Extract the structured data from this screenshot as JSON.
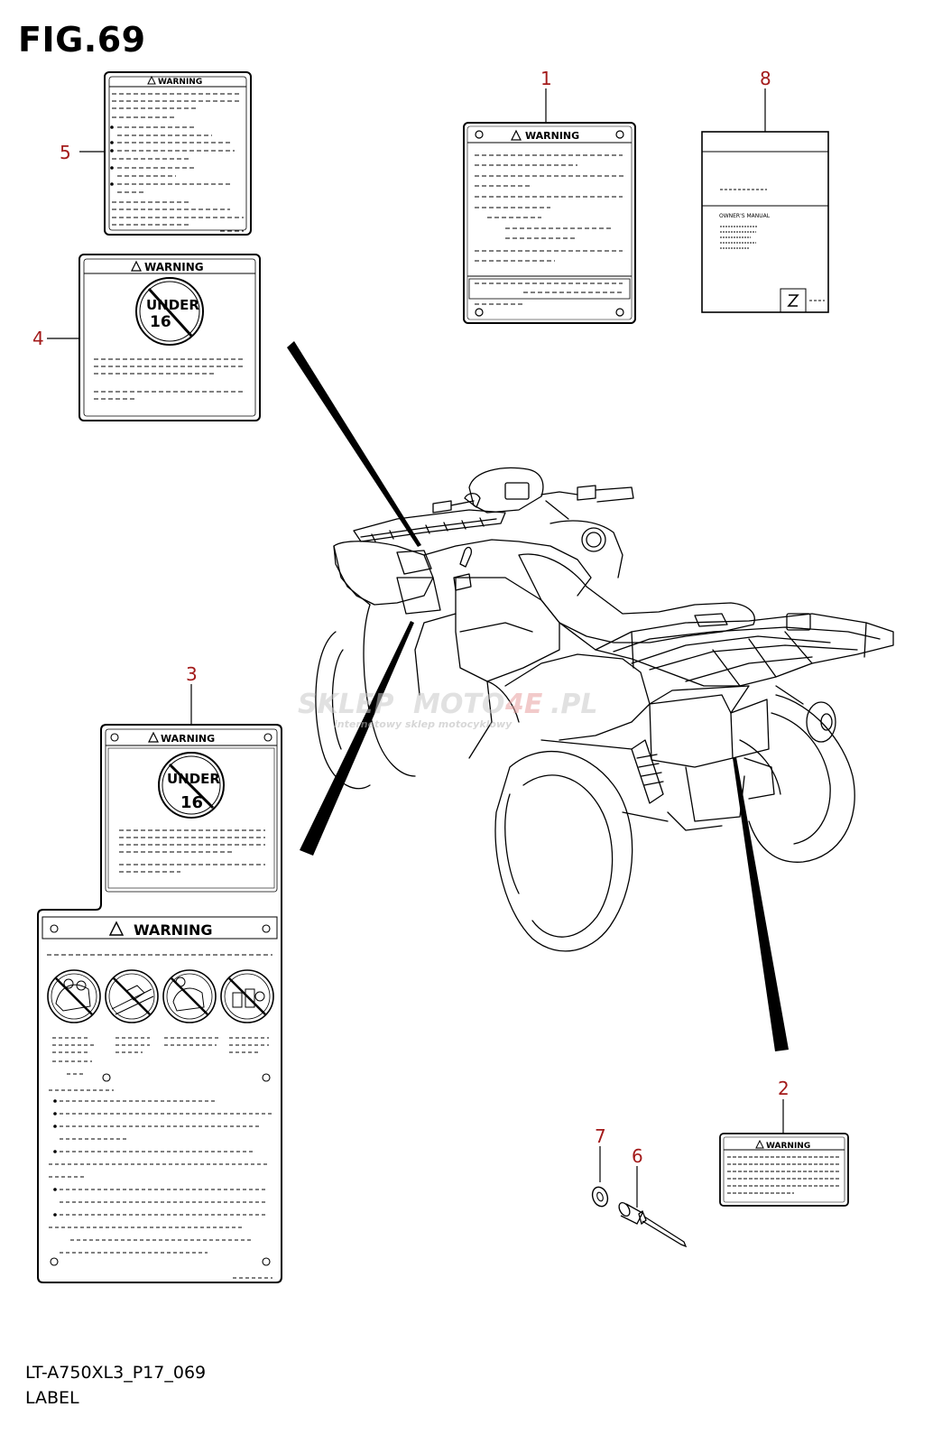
{
  "figure": {
    "title": "FIG.69",
    "code": "LT-A750XL3_P17_069",
    "name": "LABEL"
  },
  "labels": {
    "warning_text": "WARNING",
    "under_text": "UNDER",
    "age_text": "16",
    "owners_manual_text": "OWNER'S MANUAL"
  },
  "callouts": [
    "1",
    "2",
    "3",
    "4",
    "5",
    "6",
    "7",
    "8"
  ],
  "watermark": {
    "brand_a": "SKLEP",
    "brand_b": "MOTO",
    "brand_c": "4E",
    "brand_d": ".PL",
    "tagline": "internetowy sklep motocyklowy"
  },
  "colors": {
    "callout": "#a31a1a",
    "line": "#000000",
    "watermark": "#c9c9c9",
    "watermark_accent": "#e8a0a0"
  }
}
